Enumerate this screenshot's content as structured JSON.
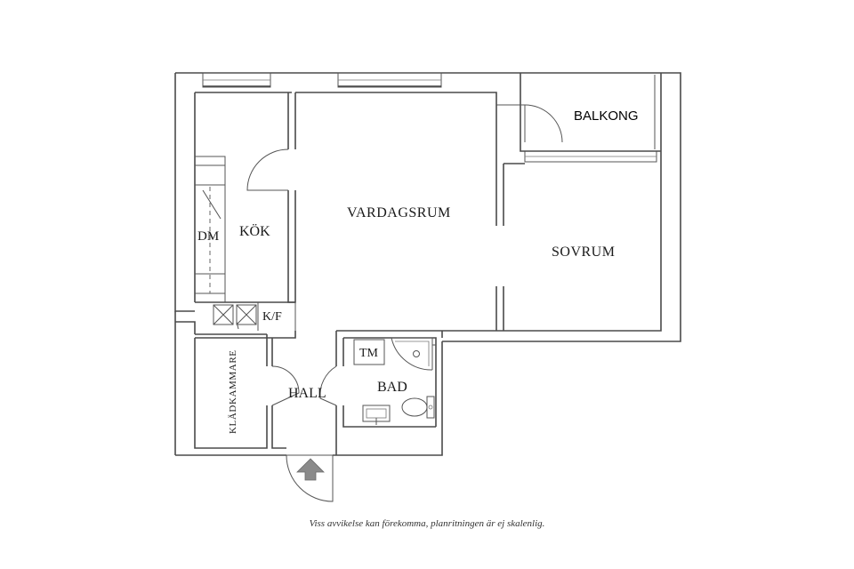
{
  "rooms": {
    "balkong": "BALKONG",
    "vardagsrum": "VARDAGSRUM",
    "sovrum": "SOVRUM",
    "kok": "KÖK",
    "dm": "DM",
    "kf": "K/F",
    "tm": "TM",
    "bad": "BAD",
    "hall": "HALL",
    "kladkammare": "KLÄDKAMMARE"
  },
  "footer": {
    "disclaimer": "Viss avvikelse kan förekomma, planritningen är ej skalenlig."
  },
  "icons": {
    "entrance": "entrance-arrow-icon",
    "stove": "stove-icon",
    "sink": "sink-icon",
    "toilet": "toilet-icon",
    "shower": "shower-icon"
  }
}
